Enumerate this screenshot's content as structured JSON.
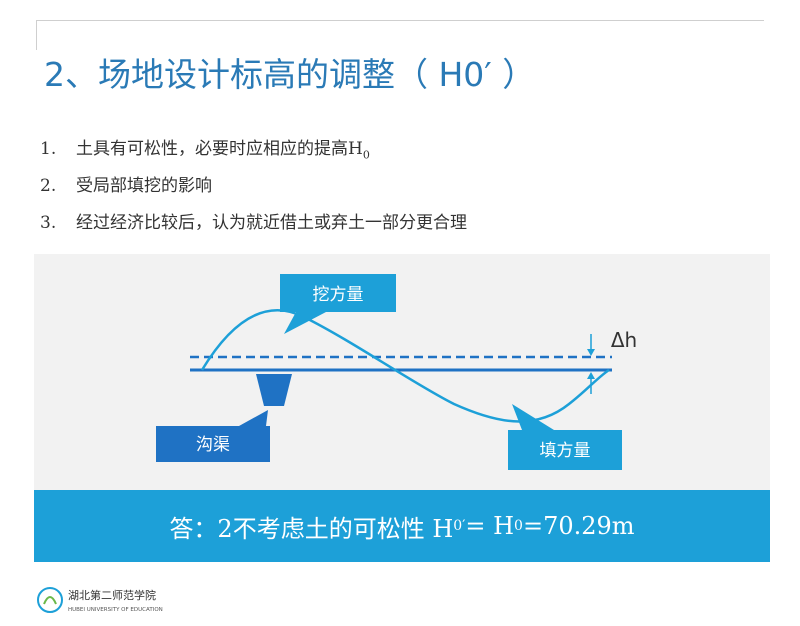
{
  "title": "2、场地设计标高的调整（ H0′ ）",
  "list": [
    {
      "num": "1.",
      "text": "土具有可松性，必要时应相应的提高H",
      "sub": "0"
    },
    {
      "num": "2.",
      "text": "受局部填挖的影响",
      "sub": ""
    },
    {
      "num": "3.",
      "text": "经过经济比较后，认为就近借土或弃土一部分更合理",
      "sub": ""
    }
  ],
  "diagram": {
    "excavation_label": "挖方量",
    "ditch_label": "沟渠",
    "fill_label": "填方量",
    "delta_label": "Δh"
  },
  "answer": {
    "prefix": "答：2不考虑土的可松性 H",
    "sub1": "0",
    "prime": "′",
    "eq": " = H",
    "sub2": "0",
    "tail": "=70.29m"
  },
  "logo": {
    "name": "湖北第二师范学院",
    "name_en": "HUBEI UNIVERSITY OF EDUCATION"
  },
  "colors": {
    "title": "#2a7ab6",
    "accent": "#1da0d8",
    "dark_blue": "#1f72c4",
    "panel": "#f2f2f2"
  }
}
